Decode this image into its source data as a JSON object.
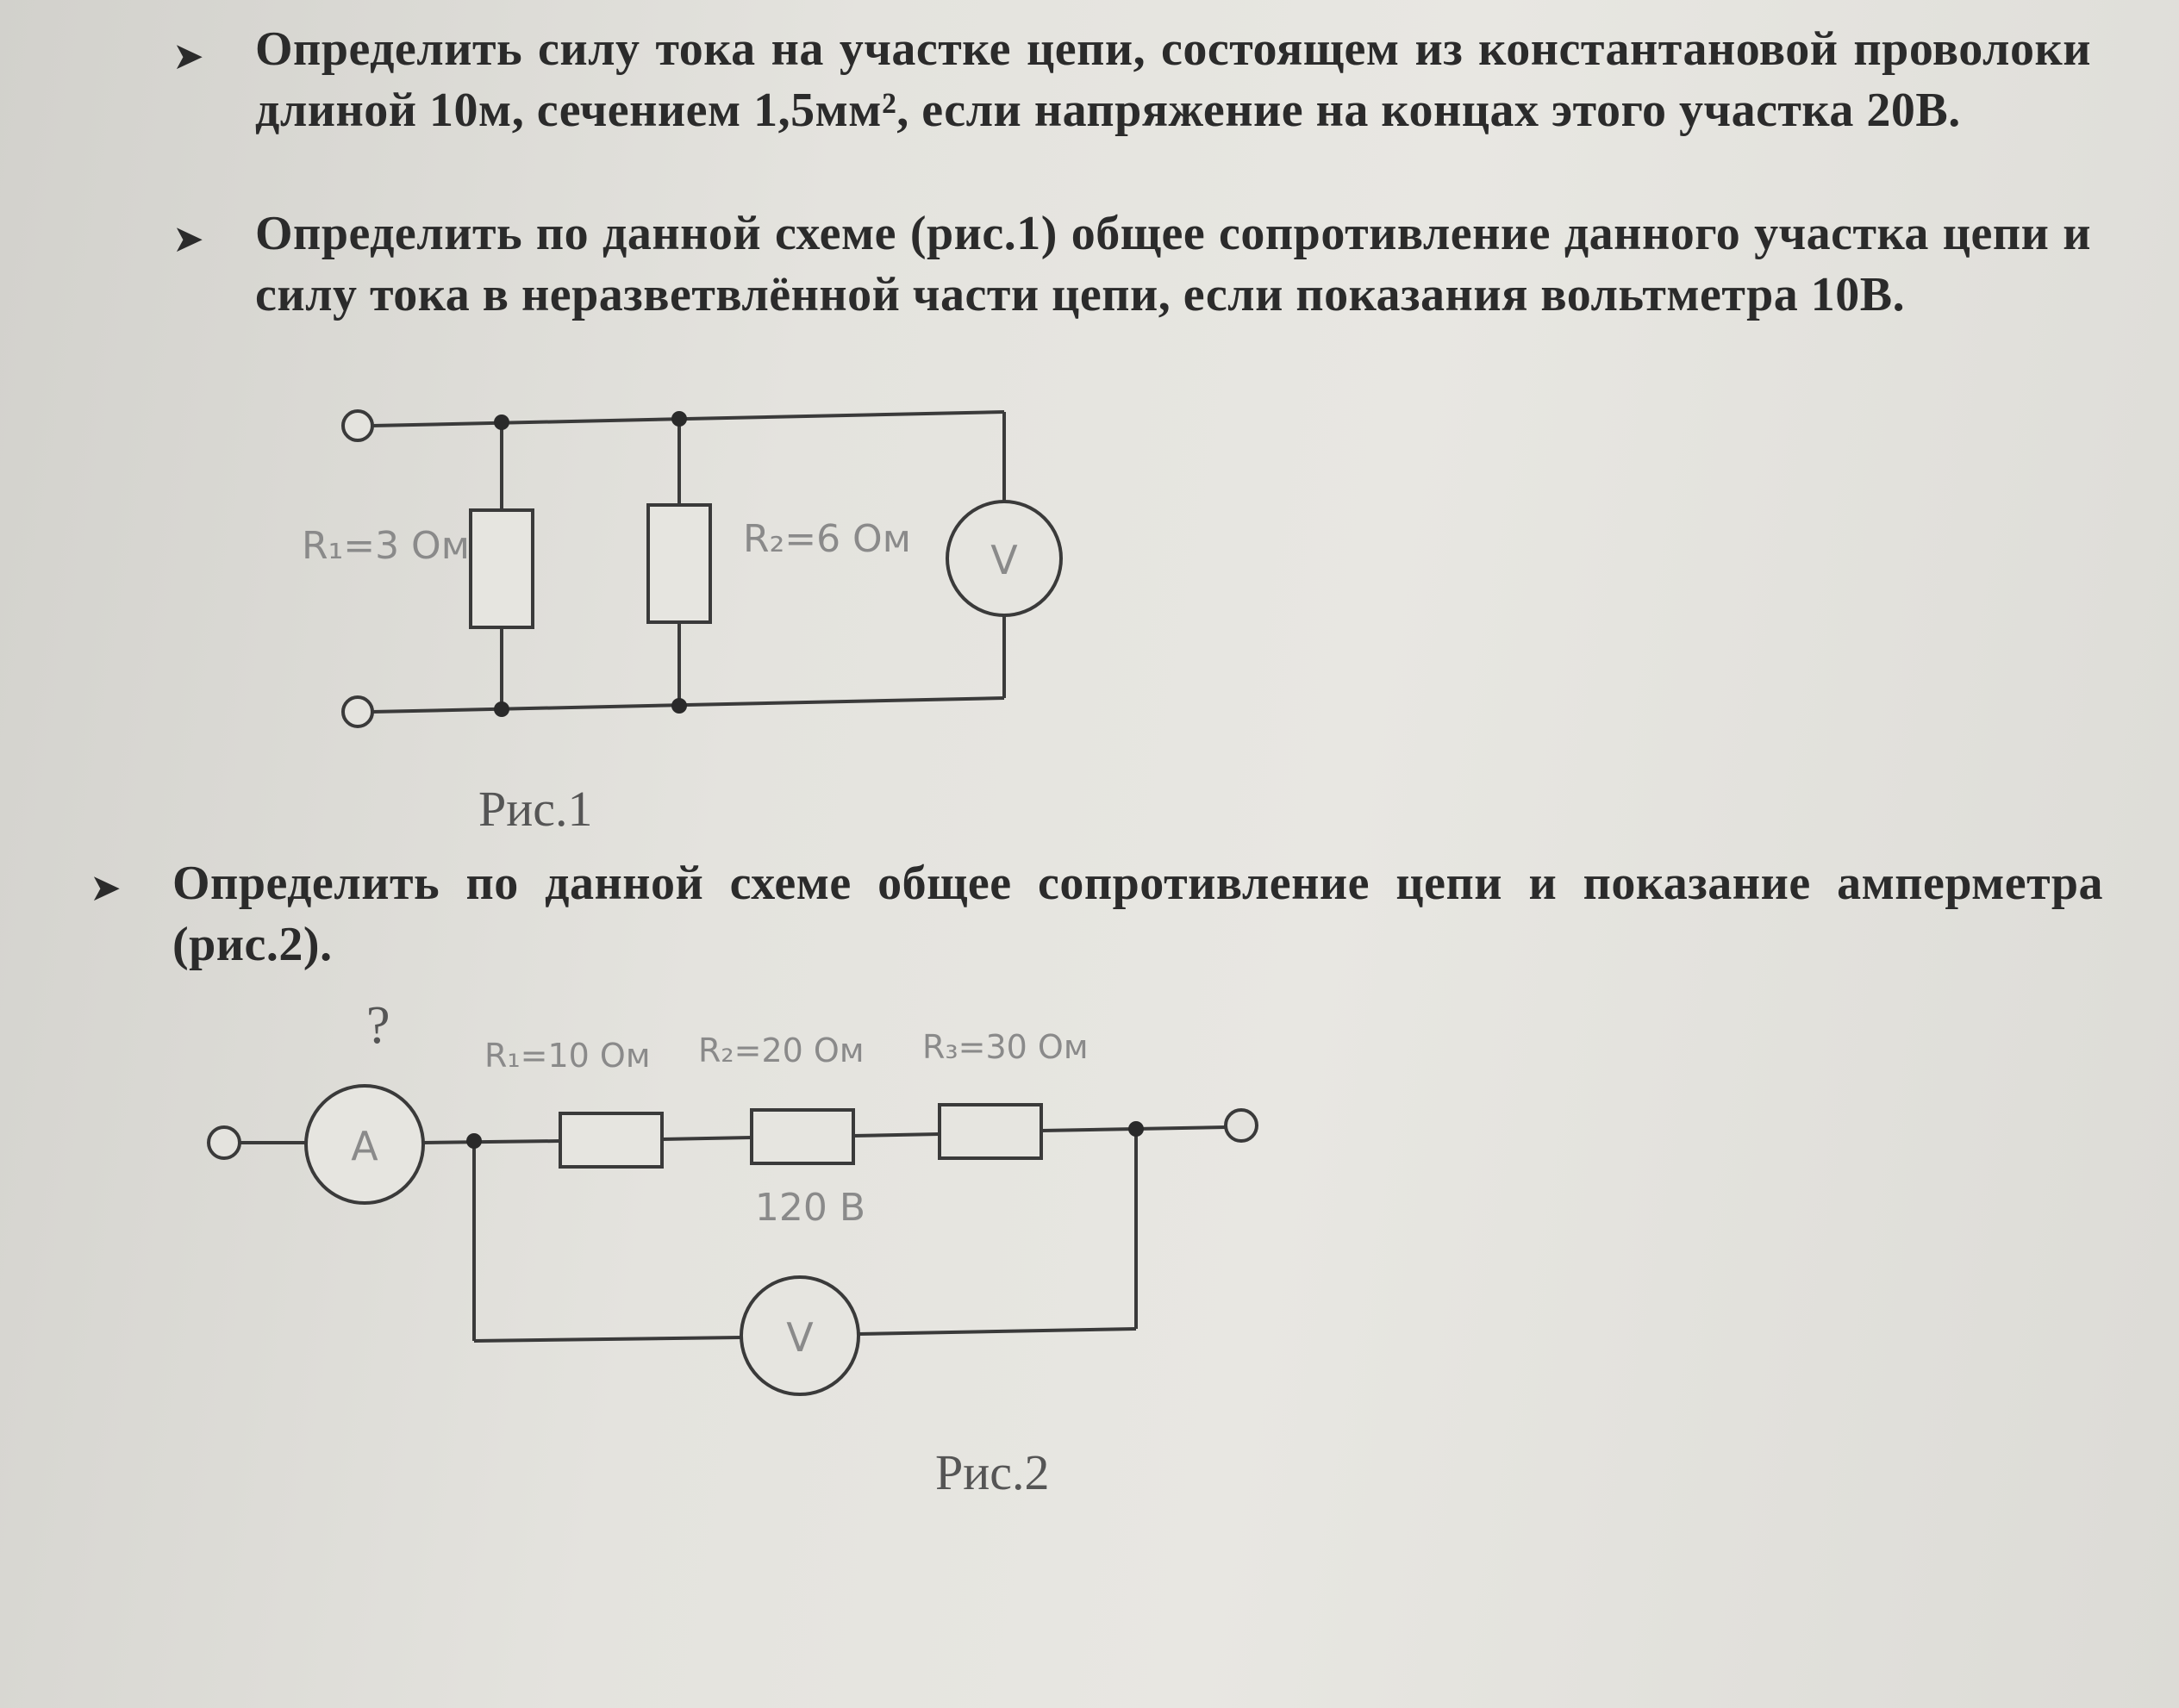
{
  "tasks": [
    {
      "text": "Определить силу тока на участке цепи, состоящем из константановой проволоки длиной 10м, сечением 1,5мм², если напряжение на концах этого участка 20В."
    },
    {
      "text": "Определить по данной схеме (рис.1) общее сопротивление данного участка цепи и силу тока в неразветвлённой части цепи, если показания вольтметра 10В."
    },
    {
      "text": "Определить по данной схеме общее сопротивление цепи и показание амперметра (рис.2)."
    }
  ],
  "figure1": {
    "r1_label": "R₁=3 Ом",
    "r2_label": "R₂=6 Ом",
    "voltmeter": "V",
    "caption": "Рис.1"
  },
  "figure2": {
    "question_mark": "?",
    "r1_label": "R₁=10 Ом",
    "r2_label": "R₂=20 Ом",
    "r3_label": "R₃=30 Ом",
    "ammeter": "A",
    "voltage_label": "120 В",
    "voltmeter": "V",
    "caption": "Рис.2"
  }
}
